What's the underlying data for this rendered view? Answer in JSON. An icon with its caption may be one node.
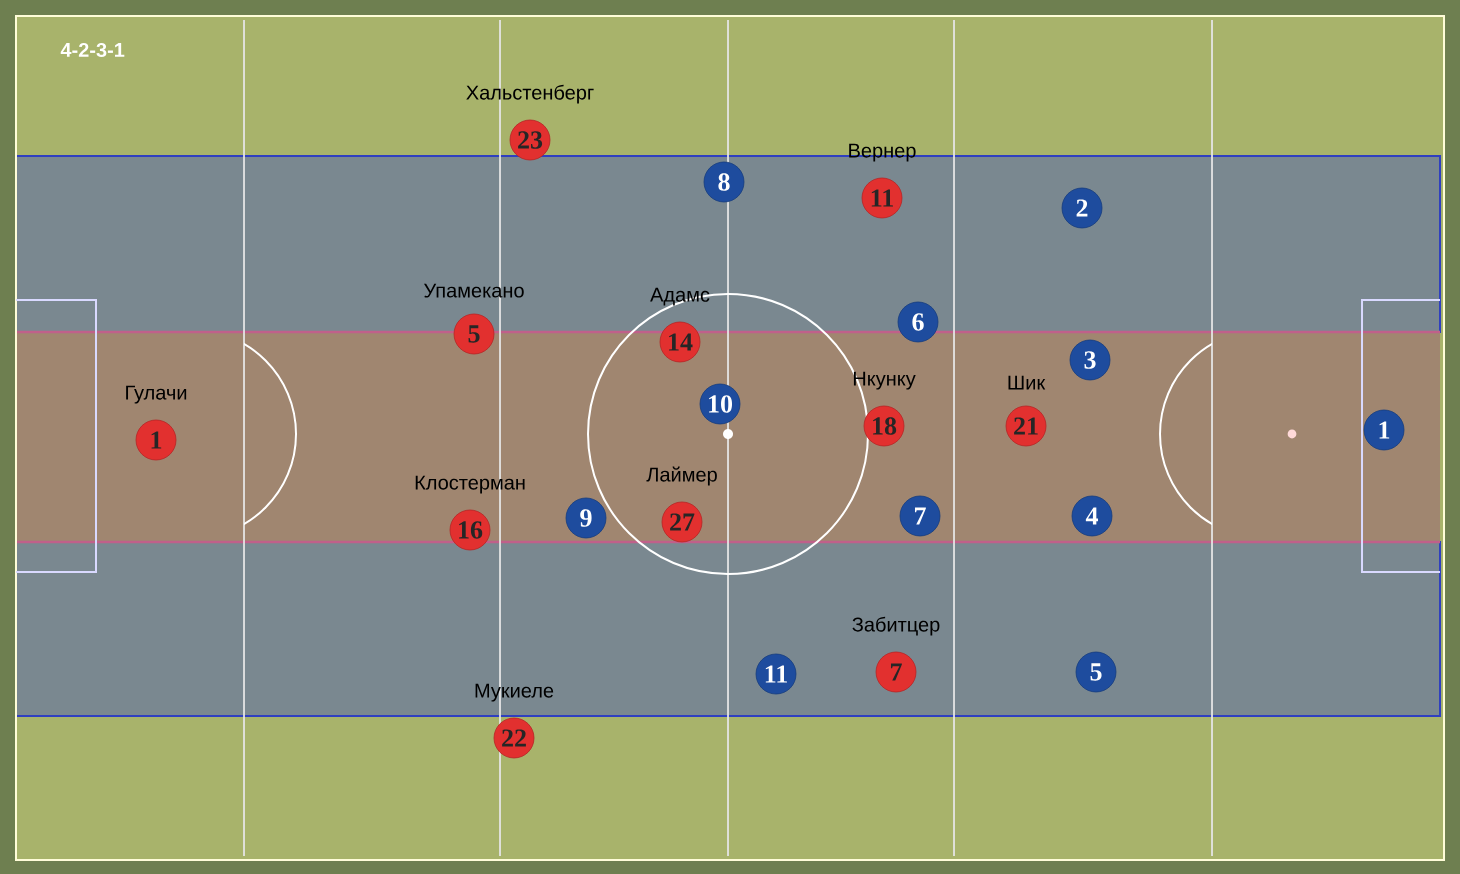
{
  "diagram": {
    "title": "4-2-3-1",
    "nodes": [
      {
        "text": [
          "23"
        ],
        "beside": [
          "Хальстенберг"
        ]
      },
      {
        "text": [
          "5"
        ],
        "beside": [
          "Упамекано"
        ]
      },
      {
        "text": [
          "14"
        ],
        "beside": [
          "Адамс"
        ]
      },
      {
        "text": [
          "11"
        ],
        "beside": [
          "Вернер"
        ]
      },
      {
        "text": [
          "1"
        ],
        "beside": [
          "Гулачи"
        ]
      },
      {
        "text": [
          "18"
        ],
        "beside": [
          "Нкунку"
        ]
      },
      {
        "text": [
          "21"
        ],
        "beside": [
          "Шик"
        ]
      },
      {
        "text": [
          "16"
        ],
        "beside": [
          "Клостерман"
        ]
      },
      {
        "text": [
          "27"
        ],
        "beside": [
          "Лаймер"
        ]
      },
      {
        "text": [
          "7"
        ],
        "beside": [
          "Забитцер"
        ]
      },
      {
        "text": [
          "22"
        ],
        "beside": [
          "Мукиеле"
        ]
      },
      {
        "text": [
          "8"
        ]
      },
      {
        "text": [
          "2"
        ]
      },
      {
        "text": [
          "6"
        ]
      },
      {
        "text": [
          "3"
        ]
      },
      {
        "text": [
          "10"
        ]
      },
      {
        "text": [
          "1"
        ]
      },
      {
        "text": [
          "9"
        ]
      },
      {
        "text": [
          "7"
        ]
      },
      {
        "text": [
          "4"
        ]
      },
      {
        "text": [
          "11"
        ]
      },
      {
        "text": [
          "5"
        ]
      }
    ]
  }
}
